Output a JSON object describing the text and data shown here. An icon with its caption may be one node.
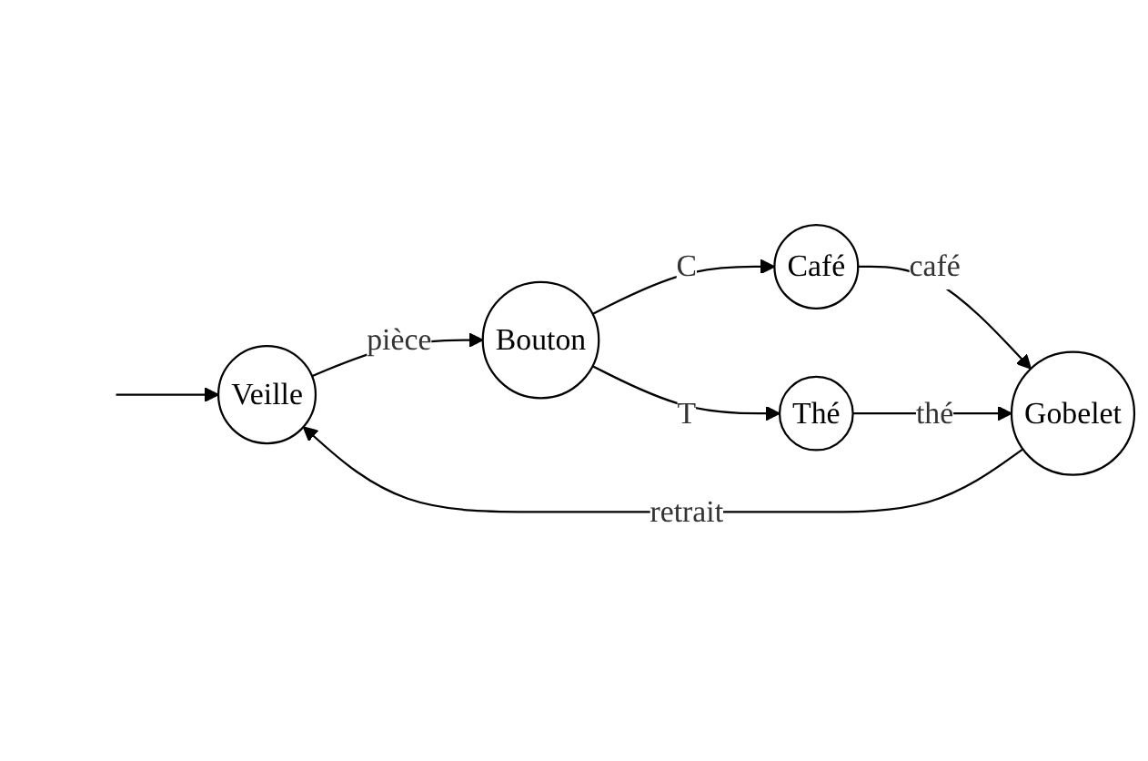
{
  "diagram": {
    "nodes": [
      {
        "text": [
          "Veille"
        ]
      },
      {
        "text": [
          "Bouton"
        ]
      },
      {
        "text": [
          "Café"
        ]
      },
      {
        "text": [
          "Thé"
        ]
      },
      {
        "text": [
          "Gobelet"
        ]
      }
    ],
    "edges": [
      {
        "from": null,
        "to": 0,
        "arrow": "to"
      },
      {
        "from": 0,
        "to": 1,
        "arrow": "to",
        "label": "pièce"
      },
      {
        "from": 1,
        "to": 2,
        "arrow": "to",
        "label": "C"
      },
      {
        "from": 1,
        "to": 3,
        "arrow": "to",
        "label": "T"
      },
      {
        "from": 2,
        "to": 4,
        "arrow": "to",
        "label": "café"
      },
      {
        "from": 3,
        "to": 4,
        "arrow": "to",
        "label": "thé"
      },
      {
        "from": 4,
        "to": 0,
        "arrow": "to",
        "label": "retrait"
      }
    ]
  }
}
